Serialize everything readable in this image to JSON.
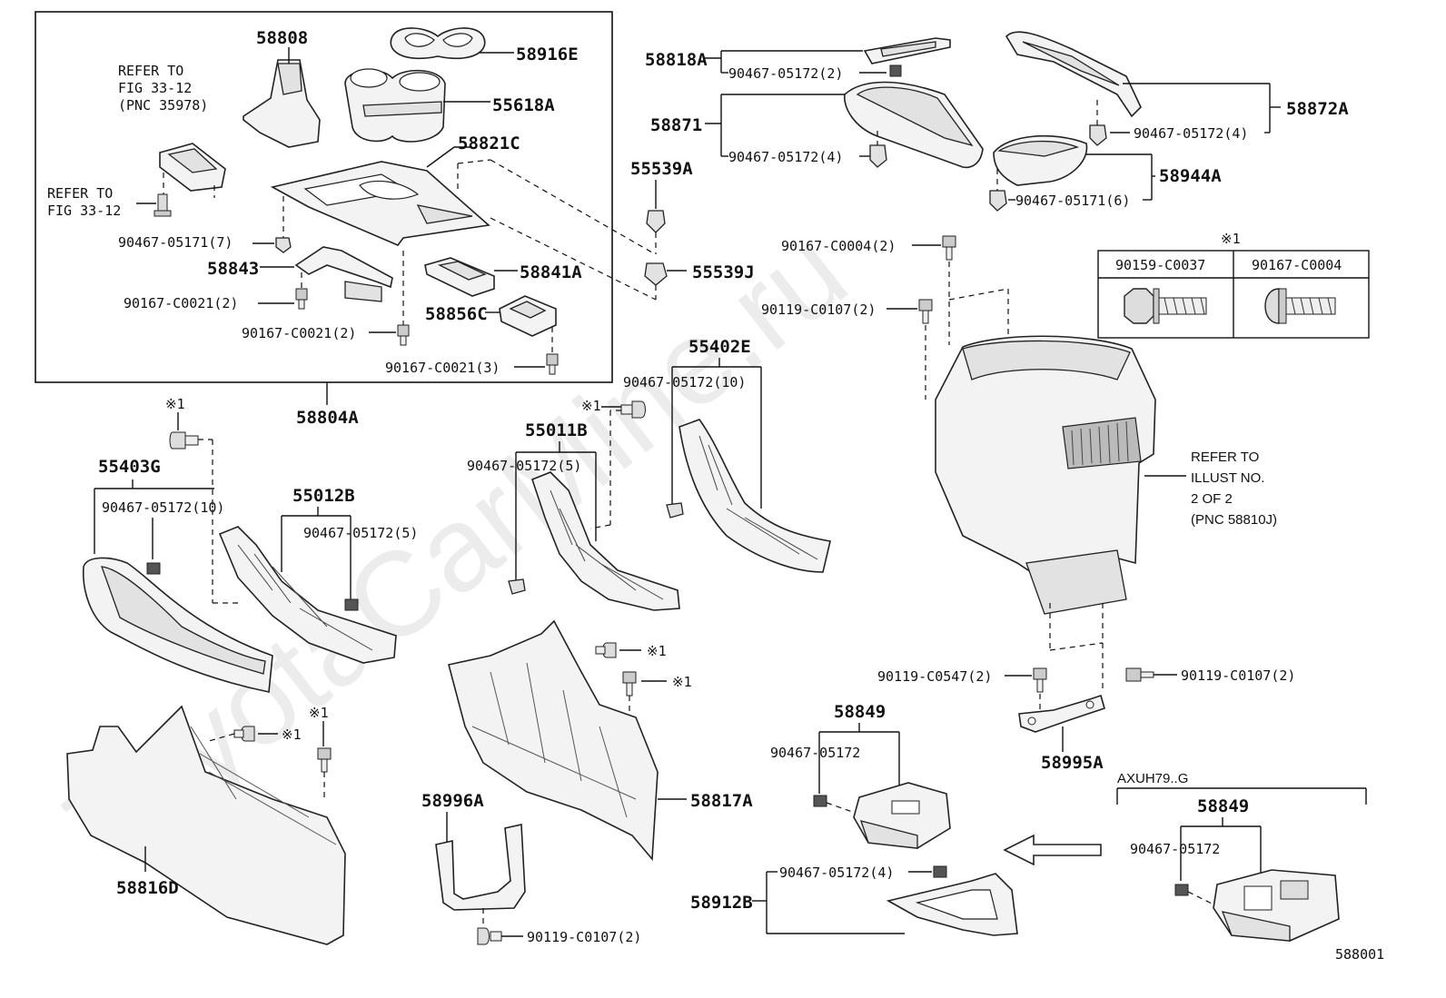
{
  "watermark": "ToyotaCarMine.ru",
  "diagram_id": "588001",
  "labels": {
    "p58808": "58808",
    "p58916E": "58916E",
    "p55618A": "55618A",
    "p58821C": "58821C",
    "p58843": "58843",
    "p58841A": "58841A",
    "p58856C": "58856C",
    "p58804A": "58804A",
    "refer_fig_1": "REFER TO",
    "refer_fig_2": "FIG 33-12",
    "refer_fig_3": "(PNC 35978)",
    "refer_fig2_1": "REFER TO",
    "refer_fig2_2": "FIG 33-12",
    "f90467_05171_7": "90467-05171(7)",
    "f90167_C0021_2a": "90167-C0021(2)",
    "f90167_C0021_2b": "90167-C0021(2)",
    "f90167_C0021_3": "90167-C0021(3)",
    "p55539A": "55539A",
    "p55539J": "55539J",
    "p58818A": "58818A",
    "f90467_05172_2": "90467-05172(2)",
    "p58871": "58871",
    "f90467_05172_4a": "90467-05172(4)",
    "p58872A": "58872A",
    "f90467_05172_4b": "90467-05172(4)",
    "p58944A": "58944A",
    "f90467_05171_6": "90467-05171(6)",
    "f90167_C0004_2": "90167-C0004(2)",
    "f90119_C0107_2a": "90119-C0107(2)",
    "legend_mark": "※1",
    "legend_col1": "90159-C0037",
    "legend_col2": "90167-C0004",
    "refer_illust_1": "REFER TO",
    "refer_illust_2": "ILLUST NO.",
    "refer_illust_3": "2 OF 2",
    "refer_illust_4": "(PNC 58810J)",
    "p55403G": "55403G",
    "f90467_05172_10a": "90467-05172(10)",
    "p55012B": "55012B",
    "f90467_05172_5a": "90467-05172(5)",
    "mark1a": "※1",
    "p55011B": "55011B",
    "f90467_05172_5b": "90467-05172(5)",
    "mark1b": "※1",
    "p55402E": "55402E",
    "f90467_05172_10b": "90467-05172(10)",
    "mark1c": "※1",
    "mark1d": "※1",
    "mark1e": "※1",
    "mark1f": "※1",
    "p58817A": "58817A",
    "p58816D": "58816D",
    "p58996A": "58996A",
    "f90119_C0107_2b": "90119-C0107(2)",
    "f90119_C0547_2": "90119-C0547(2)",
    "f90119_C0107_2c": "90119-C0107(2)",
    "p58995A": "58995A",
    "p58849a": "58849",
    "f90467_05172a": "90467-05172",
    "p58912B": "58912B",
    "f90467_05172_4c": "90467-05172(4)",
    "variant": "AXUH79..G",
    "p58849b": "58849",
    "f90467_05172b": "90467-05172"
  }
}
